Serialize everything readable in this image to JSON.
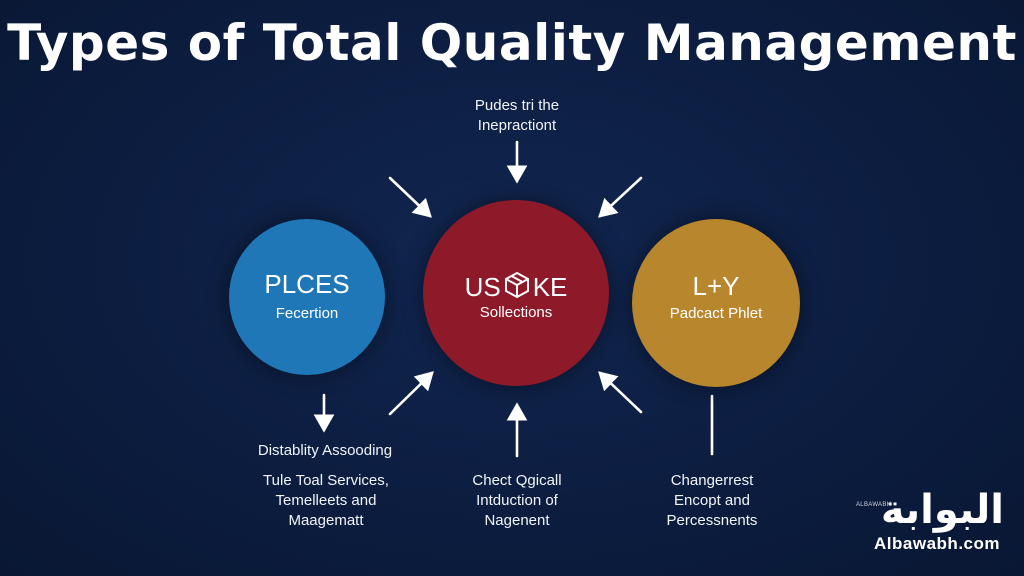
{
  "title": "Types of Total Quality Management",
  "top_label": {
    "line1": "Pudes tri the",
    "line2": "Inepractiont"
  },
  "circles": [
    {
      "heading": "PLCES",
      "sub": "Fecertion",
      "color": "#1f77b8"
    },
    {
      "heading_left": "US",
      "heading_right": "KE",
      "sub": "Sollections",
      "color": "#8e1a29",
      "icon": "box-icon"
    },
    {
      "heading": "L+Y",
      "sub": "Padcact Phlet",
      "color": "#b8862d"
    }
  ],
  "left_top_label": "Distablity Assooding",
  "bottom_labels": {
    "left": [
      "Tule Toal Services,",
      "Temelleets and",
      "Maagematt"
    ],
    "center": [
      "Chect Qgicall",
      "Intduction of",
      "Nagenent"
    ],
    "right": [
      "Changerrest",
      "Encopt and",
      "Percessnents"
    ]
  },
  "logo": {
    "arabic": "البوابة",
    "small": "ALBAWABH",
    "domain": "Albawabh.com"
  }
}
